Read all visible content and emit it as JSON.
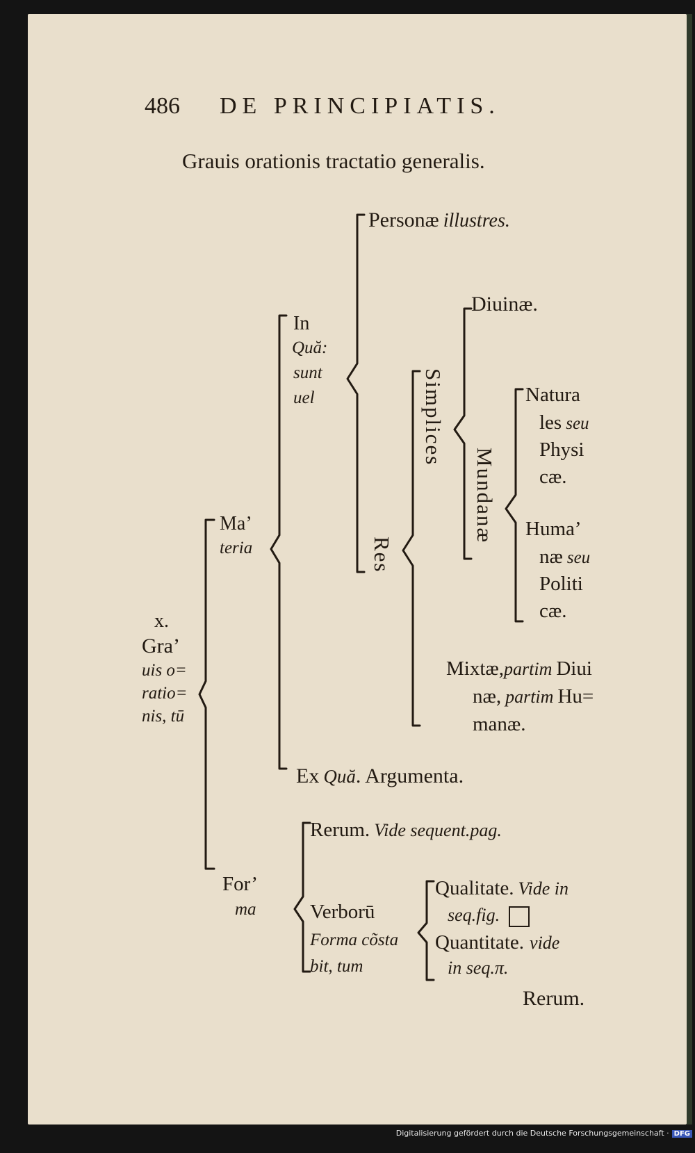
{
  "header": {
    "page_number": "486",
    "running_title": "DE PRINCIPIATIS."
  },
  "heading": "Grauis orationis tractatio generalis.",
  "diagram": {
    "root": {
      "line1": "x.",
      "line2": "Gra’",
      "line3": "uis o=",
      "line4": "ratio=",
      "line5": "nis, tū"
    },
    "materia": {
      "line1": "Ma’",
      "line2": "teria"
    },
    "in_qua": {
      "line1": "In",
      "line2": "Quă:",
      "line3": "sunt",
      "line4": "uel"
    },
    "personae": {
      "text": "Personæ",
      "italic": "illustres."
    },
    "res": "Res",
    "simplices": "Simplices",
    "diuinae": "Diuinæ.",
    "mundanae": "Mundanæ",
    "naturales": {
      "line1": "Natura",
      "line2": "les",
      "line2_it": "seu",
      "line3": "Physi",
      "line4": "cæ."
    },
    "humanae": {
      "line1": "Huma’",
      "line2": "næ",
      "line2_it": "seu",
      "line3": "Politi",
      "line4": "cæ."
    },
    "mixtae": {
      "line1a": "Mixtæ,",
      "line1b": "partim",
      "line1c": "Diui",
      "line2a": "næ,",
      "line2b": "partim",
      "line2c": "Hu=",
      "line3": "manæ."
    },
    "ex_qua": {
      "a": "Ex",
      "b": "Quă",
      "c": ". Argumenta."
    },
    "forma": {
      "line1": "For’",
      "line2": "ma"
    },
    "rerum": {
      "text": "Rerum.",
      "italic": "Vide sequent.pag."
    },
    "verborum": {
      "line1": "Verborū",
      "line2": "Forma cõsta",
      "line3": "bit, tum"
    },
    "qualitate": {
      "text": "Qualitate.",
      "italic": "Vide in",
      "line2": "seq.fig."
    },
    "quantitate": {
      "text": "Quantitate.",
      "italic": "vide",
      "line2": "in seq.π."
    }
  },
  "catchword": "Rerum.",
  "footer": {
    "text": "Digitalisierung gefördert durch die Deutsche Forschungsgemeinschaft ·",
    "logo": "DFG"
  }
}
